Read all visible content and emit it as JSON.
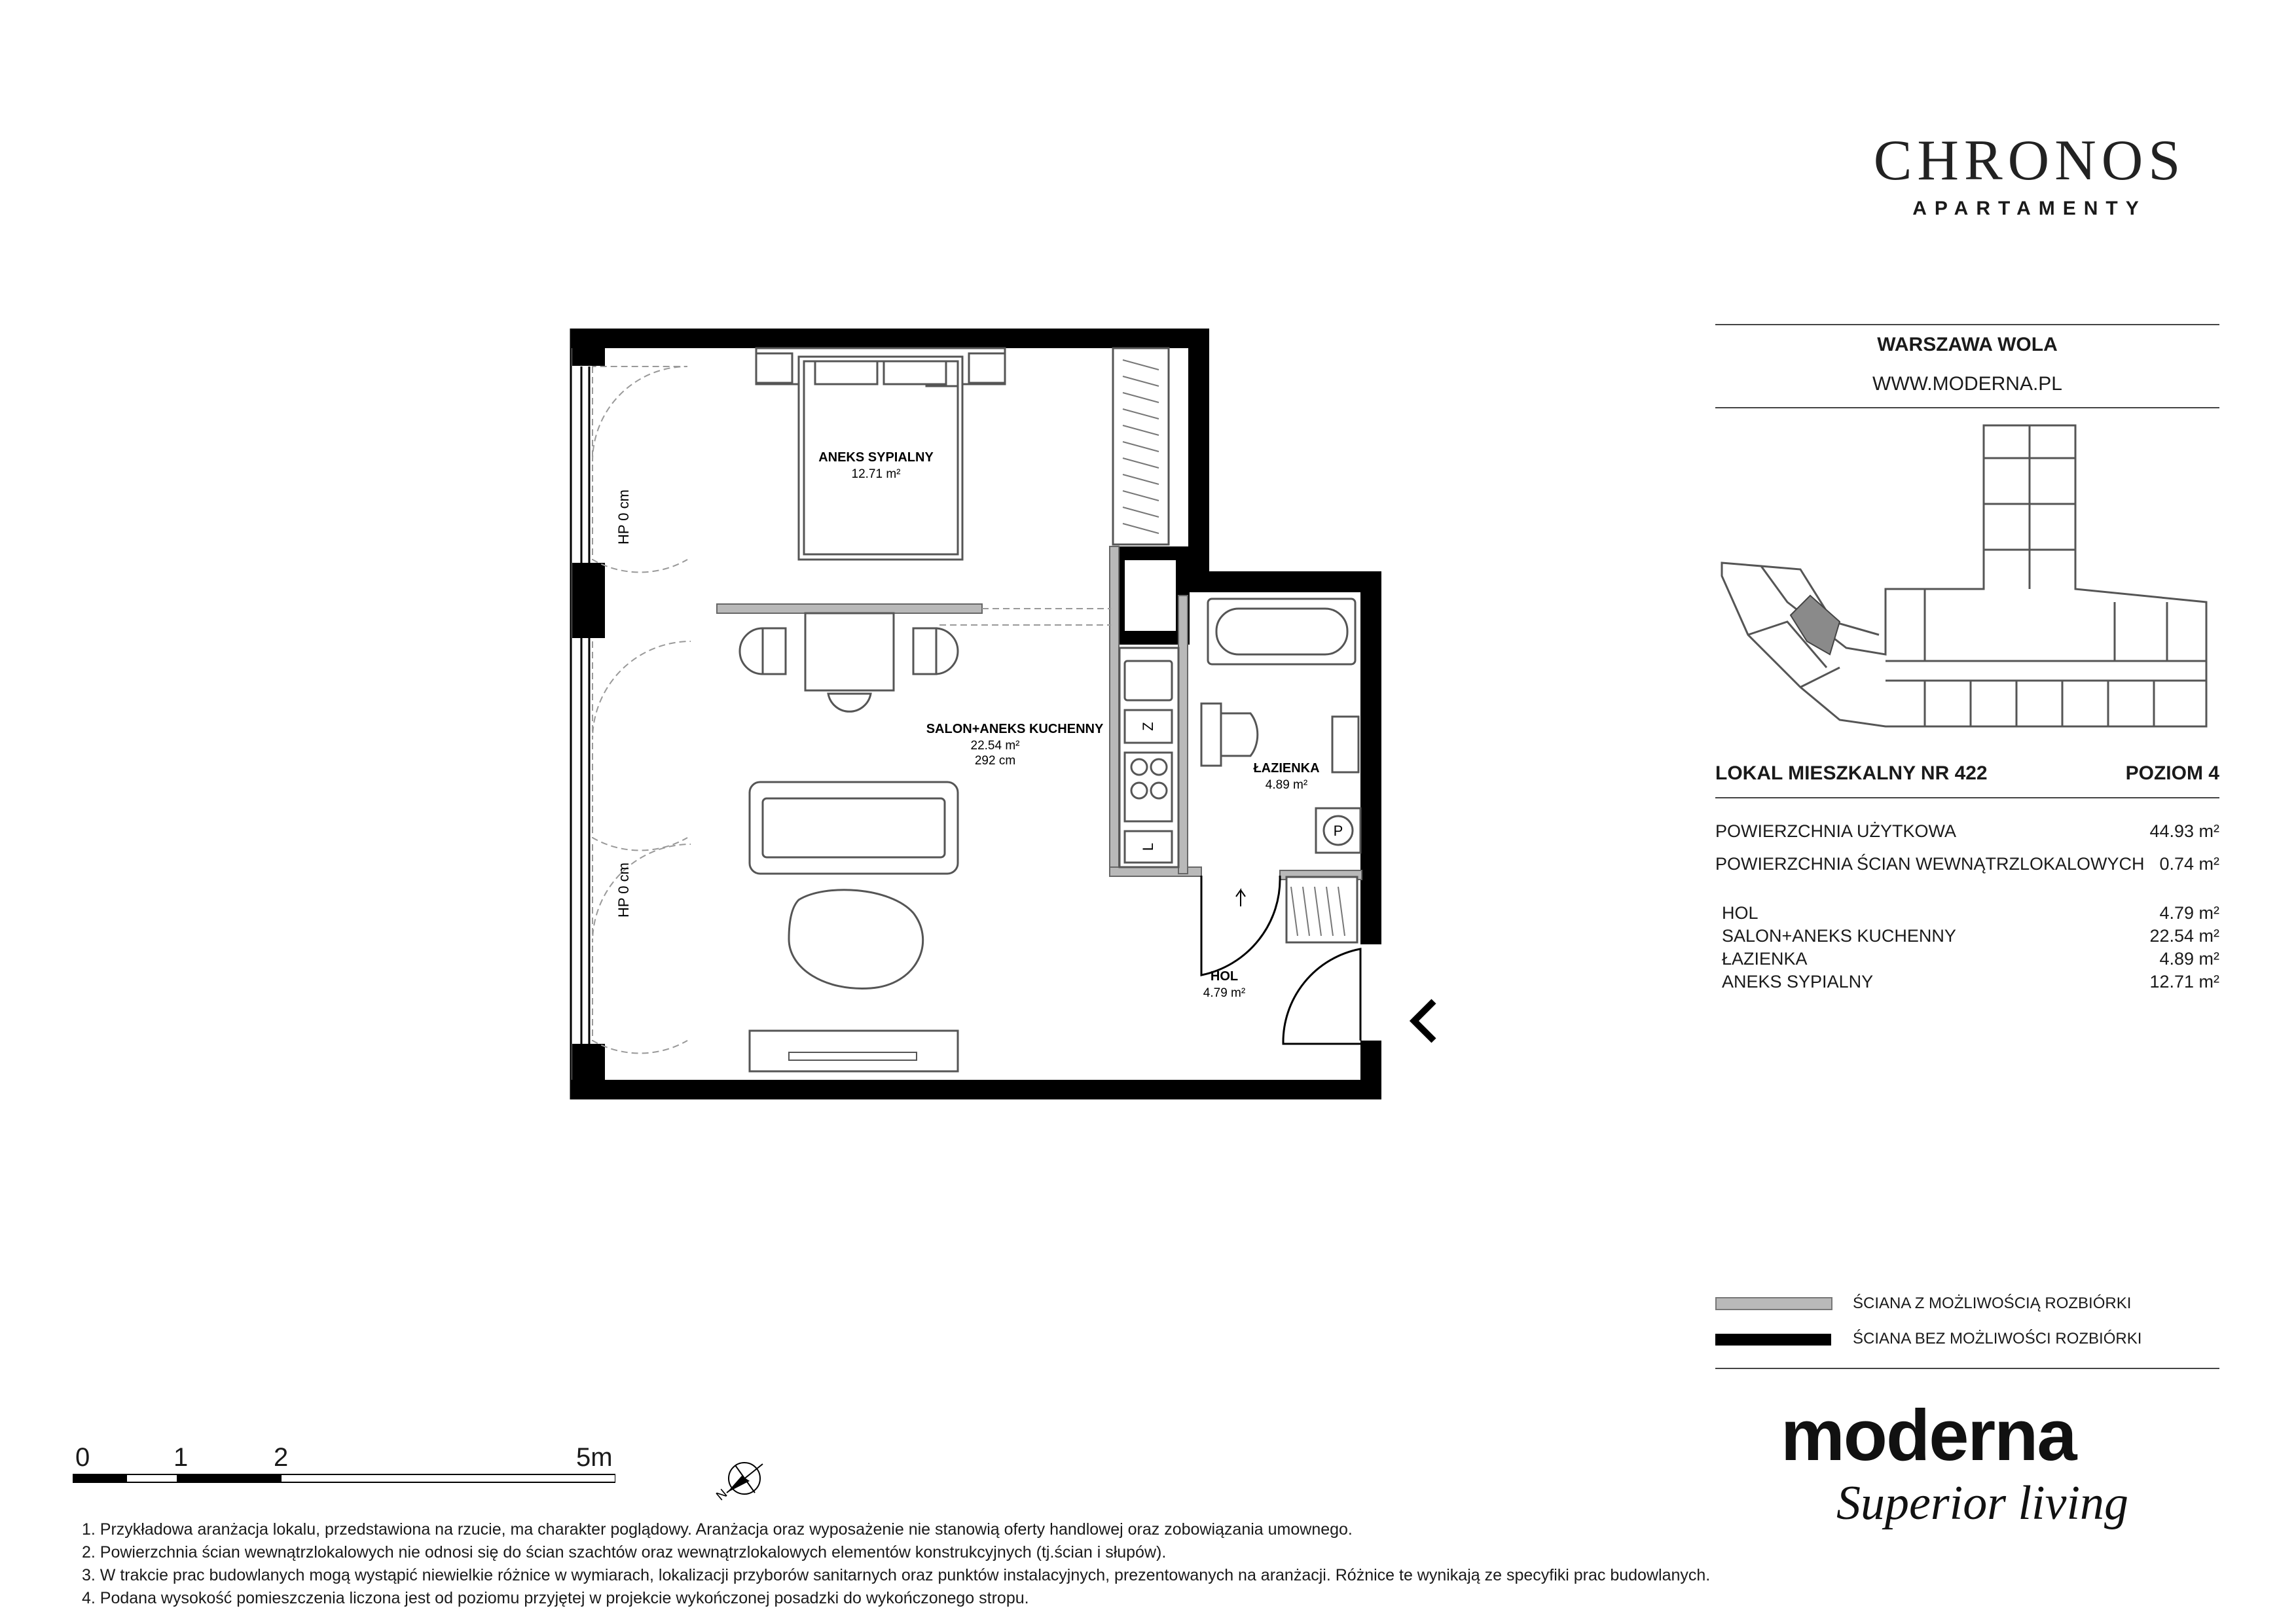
{
  "brand": {
    "chronos": "CHRONOS",
    "apartamenty": "APARTAMENTY",
    "moderna": "moderna",
    "superior": "Superior living"
  },
  "location": {
    "city": "WARSZAWA WOLA",
    "website": "WWW.MODERNA.PL"
  },
  "unit": {
    "title": "LOKAL MIESZKALNY NR 422",
    "level": "POZIOM 4"
  },
  "areas": {
    "usable_label": "POWIERZCHNIA UŻYTKOWA",
    "usable_value": "44.93 m²",
    "walls_label": "POWIERZCHNIA ŚCIAN WEWNĄTRZLOKALOWYCH",
    "walls_value": "0.74 m²"
  },
  "rooms": [
    {
      "name": "HOL",
      "area": "4.79 m²"
    },
    {
      "name": "SALON+ANEKS KUCHENNY",
      "area": "22.54 m²"
    },
    {
      "name": "ŁAZIENKA",
      "area": "4.89 m²"
    },
    {
      "name": "ANEKS SYPIALNY",
      "area": "12.71 m²"
    }
  ],
  "plan_labels": {
    "bedroom_name": "ANEKS SYPIALNY",
    "bedroom_area": "12.71 m²",
    "living_name": "SALON+ANEKS KUCHENNY",
    "living_area": "22.54 m²",
    "living_height": "292 cm",
    "bath_name": "ŁAZIENKA",
    "bath_area": "4.89 m²",
    "hall_name": "HOL",
    "hall_area": "4.79 m²",
    "hp1": "HP 0 cm",
    "hp2": "HP 0 cm",
    "fridge": "Z",
    "dishwasher": "L",
    "washer": "P"
  },
  "legend": {
    "removable": "ŚCIANA Z MOŻLIWOŚCIĄ ROZBIÓRKI",
    "fixed": "ŚCIANA BEZ MOŻLIWOŚCI ROZBIÓRKI",
    "removable_color": "#b9b9b9",
    "fixed_color": "#000000"
  },
  "scale": {
    "t0": "0",
    "t1": "1",
    "t2": "2",
    "t5": "5m"
  },
  "compass": "N",
  "notes": [
    "1.  Przykładowa aranżacja lokalu, przedstawiona na rzucie, ma charakter poglądowy. Aranżacja oraz wyposażenie nie stanowią oferty handlowej oraz zobowiązania umownego.",
    "2.  Powierzchnia ścian wewnątrzlokalowych nie odnosi się do ścian szachtów oraz wewnątrzlokalowych elementów konstrukcyjnych (tj.ścian i słupów).",
    "3.  W trakcie prac budowlanych mogą wystąpić niewielkie różnice w wymiarach, lokalizacji przyborów sanitarnych oraz punktów instalacyjnych, prezentowanych na aranżacji. Różnice te wynikają ze specyfiki prac budowlanych.",
    "4.  Podana wysokość pomieszczenia liczona jest od poziomu przyjętej w projekcie wykończonej posadzki do wykończonego stropu."
  ]
}
